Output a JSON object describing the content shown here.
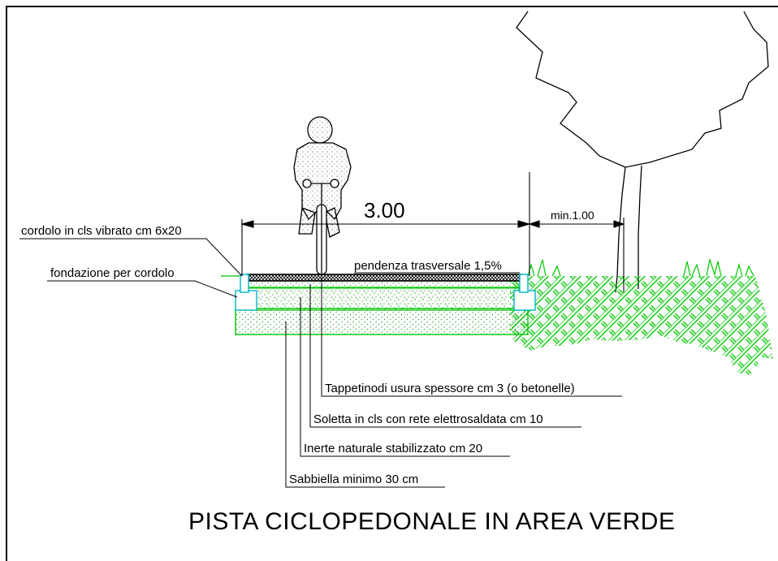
{
  "title": "PISTA CICLOPEDONALE IN AREA VERDE",
  "dimensions": {
    "width": "3.00",
    "min_distance": "min.1.00"
  },
  "slope_label": "pendenza trasversale 1,5%",
  "left_labels": {
    "curb": "cordolo in cls vibrato cm 6x20",
    "curb_foundation": "fondazione per cordolo"
  },
  "layer_labels": [
    "Tappetinodi usura spessore cm 3 (o betonelle)",
    "Soletta in cls con rete elettrosaldata cm 10",
    "Inerte naturale stabilizzato cm 20",
    "Sabbiella minimo 30 cm"
  ],
  "colors": {
    "line": "#000000",
    "grass": "#00c800",
    "curb": "#00b4c8"
  }
}
